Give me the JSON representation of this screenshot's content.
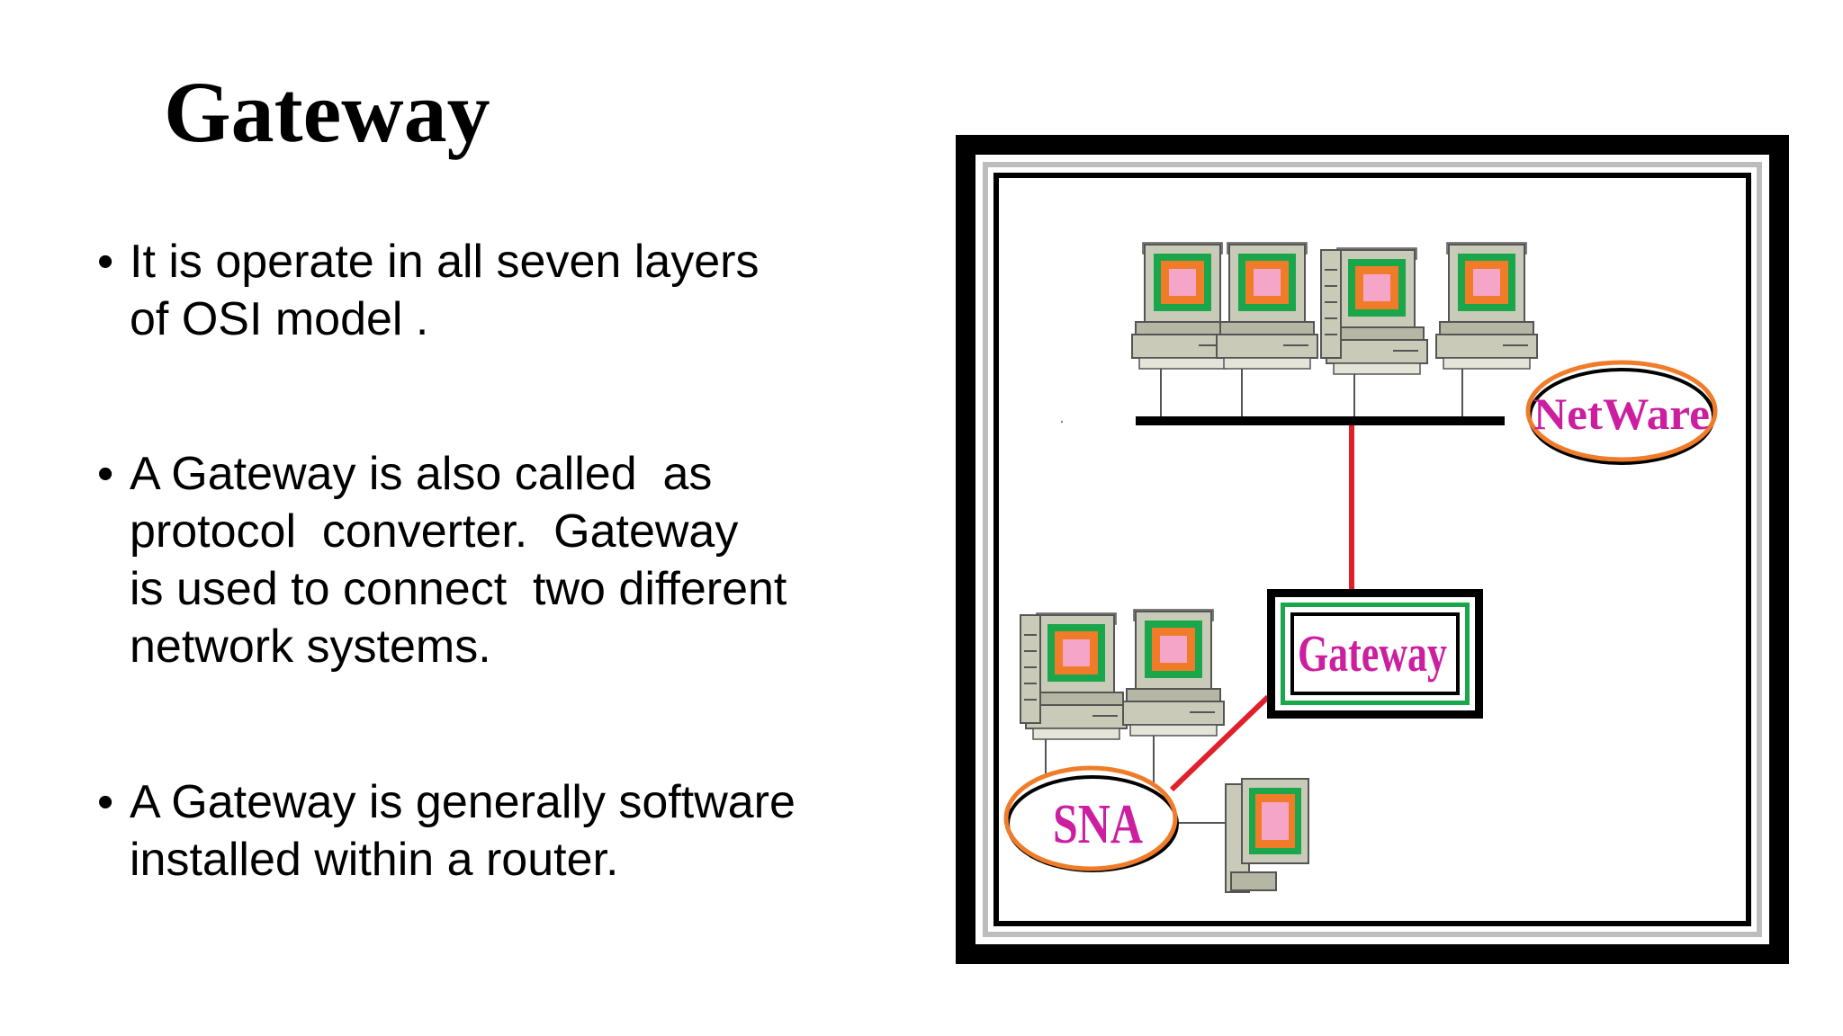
{
  "slide": {
    "title": "Gateway",
    "bullets": [
      {
        "lines": [
          "It is operate in all seven layers",
          "of OSI model ."
        ]
      },
      {
        "lines": [
          "A Gateway is also called  as",
          "protocol  converter.  Gateway",
          "is used to connect  two different",
          "network systems."
        ]
      },
      {
        "lines": [
          "A Gateway is generally software",
          "installed within a router."
        ]
      }
    ]
  },
  "diagram": {
    "netware_label": "NetWare",
    "gateway_label": "Gateway",
    "sna_label": "SNA",
    "colors": {
      "label_text": "#cc1fa0",
      "ellipse": "#f07c2a",
      "link_line": "#e0202a",
      "gateway_inner_border": "#1aa64a",
      "screen_green": "#1aa64a",
      "screen_orange": "#f07c2a",
      "screen_pink": "#f5a6c8",
      "computer_body": "#c9cbb8"
    },
    "icons": [
      "computer-icon",
      "mainframe-terminal-icon"
    ]
  }
}
